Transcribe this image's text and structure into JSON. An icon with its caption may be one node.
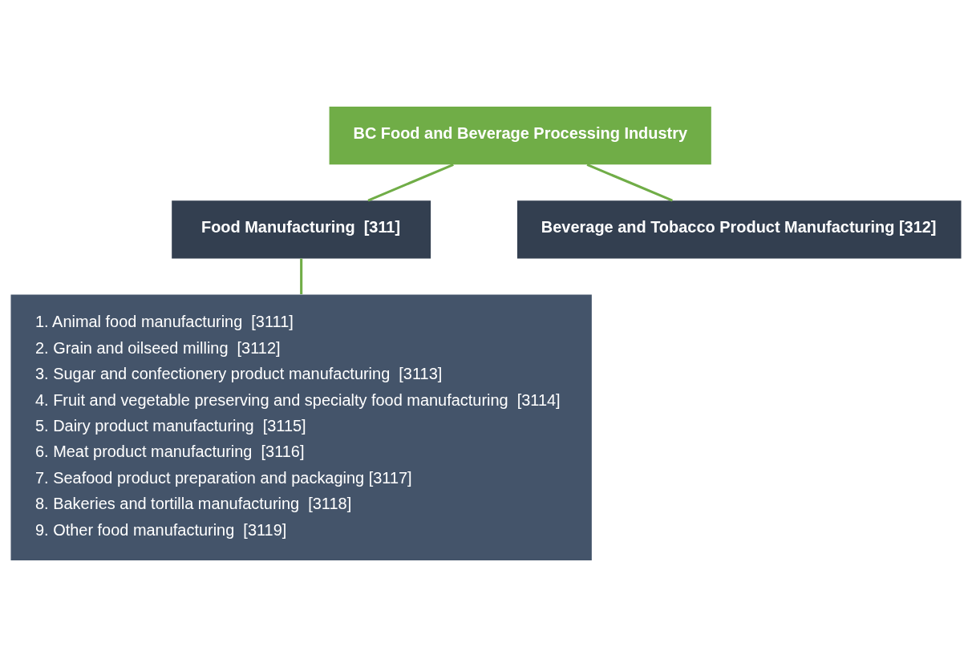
{
  "diagram": {
    "nodes": [
      {
        "text": [
          "BC Food and Beverage Processing Industry"
        ]
      },
      {
        "text": [
          "Food Manufacturing  [311]"
        ]
      },
      {
        "text": [
          "Beverage and Tobacco Product Manufacturing [312]"
        ]
      },
      {
        "text": [
          "1. Animal food manufacturing  [3111]",
          "2. Grain and oilseed milling  [3112]",
          "3. Sugar and confectionery product manufacturing  [3113]",
          "4. Fruit and vegetable preserving and specialty food manufacturing  [3114]",
          "5. Dairy product manufacturing  [3115]",
          "6. Meat product manufacturing  [3116]",
          "7. Seafood product preparation and packaging [3117]",
          "8. Bakeries and tortilla manufacturing  [3118]",
          "9. Other food manufacturing  [3119]"
        ]
      }
    ],
    "edges": [
      {
        "from": 0,
        "to": 1,
        "arrow": "none",
        "color": "#70ad47"
      },
      {
        "from": 0,
        "to": 2,
        "arrow": "none",
        "color": "#70ad47"
      },
      {
        "from": 1,
        "to": 3,
        "arrow": "none",
        "color": "#70ad47"
      }
    ]
  }
}
